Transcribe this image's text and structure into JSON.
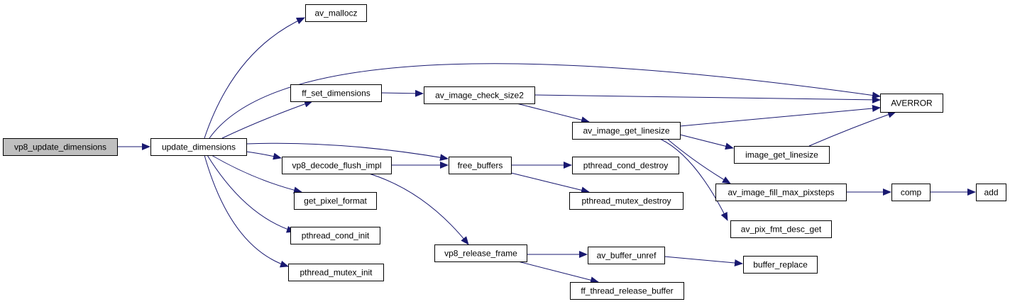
{
  "colors": {
    "edge": "#191970",
    "node_border": "#000000",
    "node_fill": "#ffffff",
    "root_fill": "#bfbfbf",
    "text": "#000000"
  },
  "nodes": [
    {
      "id": "vp8_update_dimensions",
      "label": "vp8_update_dimensions",
      "root": true
    },
    {
      "id": "update_dimensions",
      "label": "update_dimensions"
    },
    {
      "id": "av_mallocz",
      "label": "av_mallocz"
    },
    {
      "id": "ff_set_dimensions",
      "label": "ff_set_dimensions"
    },
    {
      "id": "av_image_check_size2",
      "label": "av_image_check_size2"
    },
    {
      "id": "AVERROR",
      "label": "AVERROR"
    },
    {
      "id": "av_image_get_linesize",
      "label": "av_image_get_linesize"
    },
    {
      "id": "image_get_linesize",
      "label": "image_get_linesize"
    },
    {
      "id": "vp8_decode_flush_impl",
      "label": "vp8_decode_flush_impl"
    },
    {
      "id": "free_buffers",
      "label": "free_buffers"
    },
    {
      "id": "pthread_cond_destroy",
      "label": "pthread_cond_destroy"
    },
    {
      "id": "pthread_mutex_destroy",
      "label": "pthread_mutex_destroy"
    },
    {
      "id": "av_image_fill_max_pixsteps",
      "label": "av_image_fill_max_pixsteps"
    },
    {
      "id": "comp",
      "label": "comp"
    },
    {
      "id": "add",
      "label": "add"
    },
    {
      "id": "av_pix_fmt_desc_get",
      "label": "av_pix_fmt_desc_get"
    },
    {
      "id": "get_pixel_format",
      "label": "get_pixel_format"
    },
    {
      "id": "pthread_cond_init",
      "label": "pthread_cond_init"
    },
    {
      "id": "pthread_mutex_init",
      "label": "pthread_mutex_init"
    },
    {
      "id": "vp8_release_frame",
      "label": "vp8_release_frame"
    },
    {
      "id": "av_buffer_unref",
      "label": "av_buffer_unref"
    },
    {
      "id": "buffer_replace",
      "label": "buffer_replace"
    },
    {
      "id": "ff_thread_release_buffer",
      "label": "ff_thread_release_buffer"
    }
  ],
  "edges": [
    {
      "from": "vp8_update_dimensions",
      "to": "update_dimensions"
    },
    {
      "from": "update_dimensions",
      "to": "av_mallocz"
    },
    {
      "from": "update_dimensions",
      "to": "AVERROR"
    },
    {
      "from": "update_dimensions",
      "to": "ff_set_dimensions"
    },
    {
      "from": "update_dimensions",
      "to": "free_buffers"
    },
    {
      "from": "update_dimensions",
      "to": "vp8_decode_flush_impl"
    },
    {
      "from": "update_dimensions",
      "to": "get_pixel_format"
    },
    {
      "from": "update_dimensions",
      "to": "pthread_cond_init"
    },
    {
      "from": "update_dimensions",
      "to": "pthread_mutex_init"
    },
    {
      "from": "ff_set_dimensions",
      "to": "av_image_check_size2"
    },
    {
      "from": "av_image_check_size2",
      "to": "AVERROR"
    },
    {
      "from": "av_image_check_size2",
      "to": "av_image_get_linesize"
    },
    {
      "from": "av_image_get_linesize",
      "to": "AVERROR"
    },
    {
      "from": "av_image_get_linesize",
      "to": "image_get_linesize"
    },
    {
      "from": "av_image_get_linesize",
      "to": "av_image_fill_max_pixsteps"
    },
    {
      "from": "av_image_get_linesize",
      "to": "av_pix_fmt_desc_get"
    },
    {
      "from": "image_get_linesize",
      "to": "AVERROR"
    },
    {
      "from": "vp8_decode_flush_impl",
      "to": "free_buffers"
    },
    {
      "from": "vp8_decode_flush_impl",
      "to": "vp8_release_frame"
    },
    {
      "from": "free_buffers",
      "to": "pthread_cond_destroy"
    },
    {
      "from": "free_buffers",
      "to": "pthread_mutex_destroy"
    },
    {
      "from": "av_image_fill_max_pixsteps",
      "to": "comp"
    },
    {
      "from": "comp",
      "to": "add"
    },
    {
      "from": "vp8_release_frame",
      "to": "av_buffer_unref"
    },
    {
      "from": "vp8_release_frame",
      "to": "ff_thread_release_buffer"
    },
    {
      "from": "av_buffer_unref",
      "to": "buffer_replace"
    }
  ]
}
